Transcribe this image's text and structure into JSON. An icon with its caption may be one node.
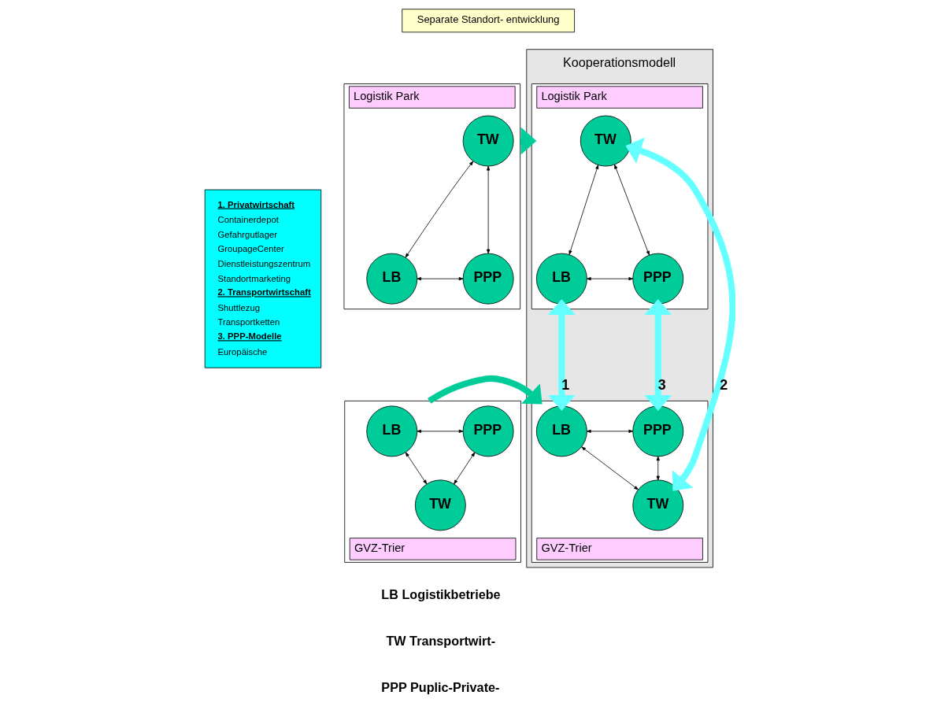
{
  "diagram": {
    "nodes": [
      {
        "text": [
          "1. Privatwirtschaft",
          "Containerdepot",
          "Gefahrgutlager",
          "GroupageCenter",
          "Dienstleistungszentrum",
          "Standortmarketing",
          "2. Transportwirtschaft",
          "Shuttlezug",
          "Transportketten",
          "3. PPP-Modelle",
          "Europäische"
        ]
      },
      {
        "text": [
          "Separate Standort- entwicklung"
        ]
      },
      {
        "text": [
          "Logistik Park"
        ]
      },
      {
        "text": [
          "TW"
        ],
        "in": 2
      },
      {
        "text": [
          "LB"
        ],
        "in": 2
      },
      {
        "text": [
          "PPP"
        ],
        "in": 2
      },
      {
        "text": [
          "GVZ-Trier"
        ]
      },
      {
        "text": [
          "LB"
        ],
        "in": 6
      },
      {
        "text": [
          "PPP"
        ],
        "in": 6
      },
      {
        "text": [
          "TW"
        ],
        "in": 6
      },
      {
        "text": [
          "Kooperationsmodell"
        ]
      },
      {
        "text": [
          "Logistik Park"
        ],
        "in": 10
      },
      {
        "text": [
          "TW"
        ],
        "in": 11
      },
      {
        "text": [
          "LB"
        ],
        "in": 11
      },
      {
        "text": [
          "PPP"
        ],
        "in": 11
      },
      {
        "text": [
          "GVZ-Trier"
        ],
        "in": 10
      },
      {
        "text": [
          "LB"
        ],
        "in": 15
      },
      {
        "text": [
          "PPP"
        ],
        "in": 15
      },
      {
        "text": [
          "TW"
        ],
        "in": 15
      }
    ],
    "edges": [
      {
        "from": 3,
        "to": 4,
        "arrow": "both"
      },
      {
        "from": 3,
        "to": 5,
        "arrow": "both"
      },
      {
        "from": 4,
        "to": 5,
        "arrow": "both"
      },
      {
        "from": 7,
        "to": 8,
        "arrow": "both"
      },
      {
        "from": 7,
        "to": 9,
        "arrow": "both"
      },
      {
        "from": 8,
        "to": 9,
        "arrow": "both"
      },
      {
        "from": 2,
        "to": 11,
        "arrow": "to",
        "style": "thick",
        "color": "#00cc99"
      },
      {
        "from": 6,
        "to": 15,
        "arrow": "to",
        "style": "thick",
        "color": "#00cc99"
      },
      {
        "from": 12,
        "to": 13,
        "arrow": "both"
      },
      {
        "from": 12,
        "to": 14,
        "arrow": "both"
      },
      {
        "from": 13,
        "to": 14,
        "arrow": "both"
      },
      {
        "from": 16,
        "to": 17,
        "arrow": "both"
      },
      {
        "from": 16,
        "to": 18,
        "arrow": "both"
      },
      {
        "from": 17,
        "to": 18,
        "arrow": "both"
      },
      {
        "from": 13,
        "to": 16,
        "arrow": "both",
        "label": "1",
        "style": "thick",
        "color": "#66ffff"
      },
      {
        "from": 12,
        "to": 18,
        "arrow": "both",
        "label": "2",
        "style": "thick",
        "color": "#66ffff"
      },
      {
        "from": 14,
        "to": 17,
        "arrow": "both",
        "label": "3",
        "style": "thick",
        "color": "#66ffff"
      }
    ],
    "labels": [
      "LB Logistikbetriebe",
      "TW Transportwirt-",
      "PPP Puplic-Private-"
    ]
  }
}
